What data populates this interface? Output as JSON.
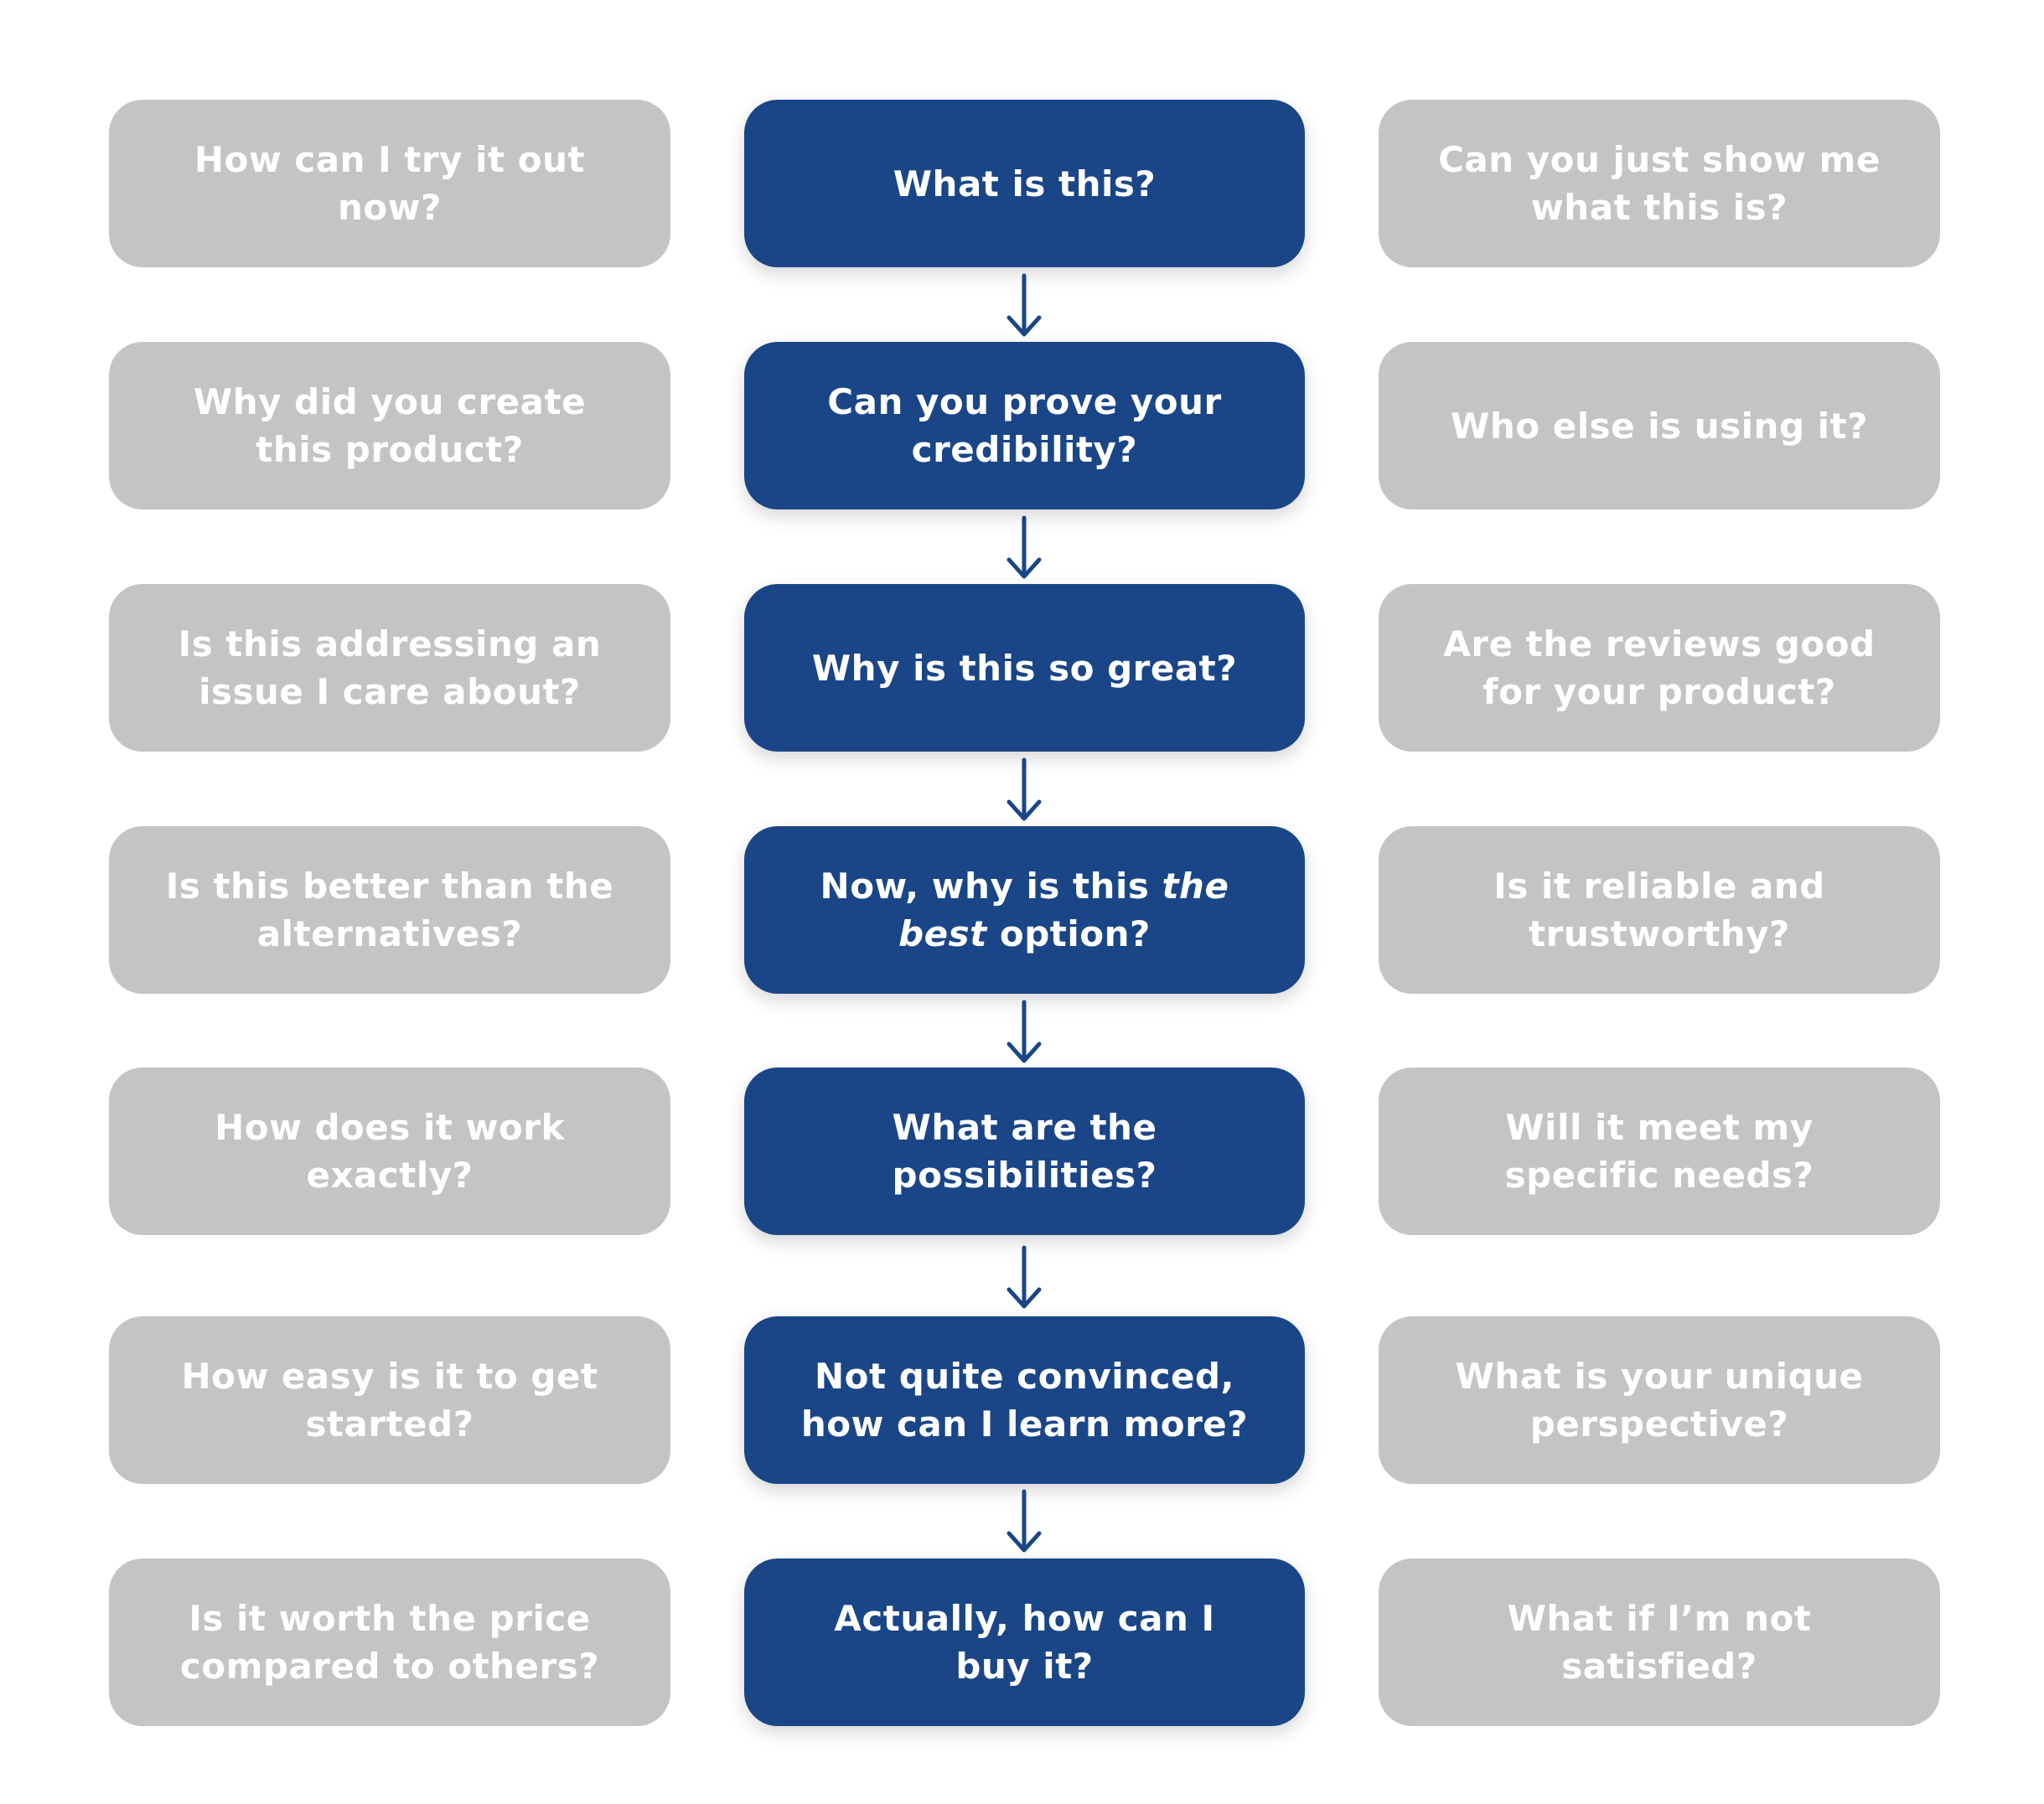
{
  "colors": {
    "center_box": "#1a4687",
    "side_box": "#c4c4c4",
    "box_text": "#ffffff",
    "arrow": "#1a4687"
  },
  "rows": [
    {
      "left": "How can I try it out now?",
      "center": "What is this?",
      "right": "Can you just show me what this is?"
    },
    {
      "left": "Why did you create this product?",
      "center": "Can you prove your credibility?",
      "right": "Who else is using it?"
    },
    {
      "left": "Is this addressing an issue I care about?",
      "center": "Why is this so great?",
      "right": "Are the reviews good for your product?"
    },
    {
      "left": "Is this better than the alternatives?",
      "center_parts": [
        "Now, why is this ",
        "the best",
        " option?"
      ],
      "right": "Is it reliable and trustworthy?"
    },
    {
      "left": "How does it work exactly?",
      "center": "What are the possibilities?",
      "right": "Will it meet my specific needs?"
    },
    {
      "left": "How easy is it to get started?",
      "center": "Not quite convinced, how can I learn more?",
      "right": "What is your unique perspective?"
    },
    {
      "left": "Is it worth the price compared to others?",
      "center": "Actually, how can I buy it?",
      "right": "What if I’m not satisfied?"
    }
  ],
  "arrows": {
    "icon": "arrow-down-icon",
    "count": 6
  }
}
